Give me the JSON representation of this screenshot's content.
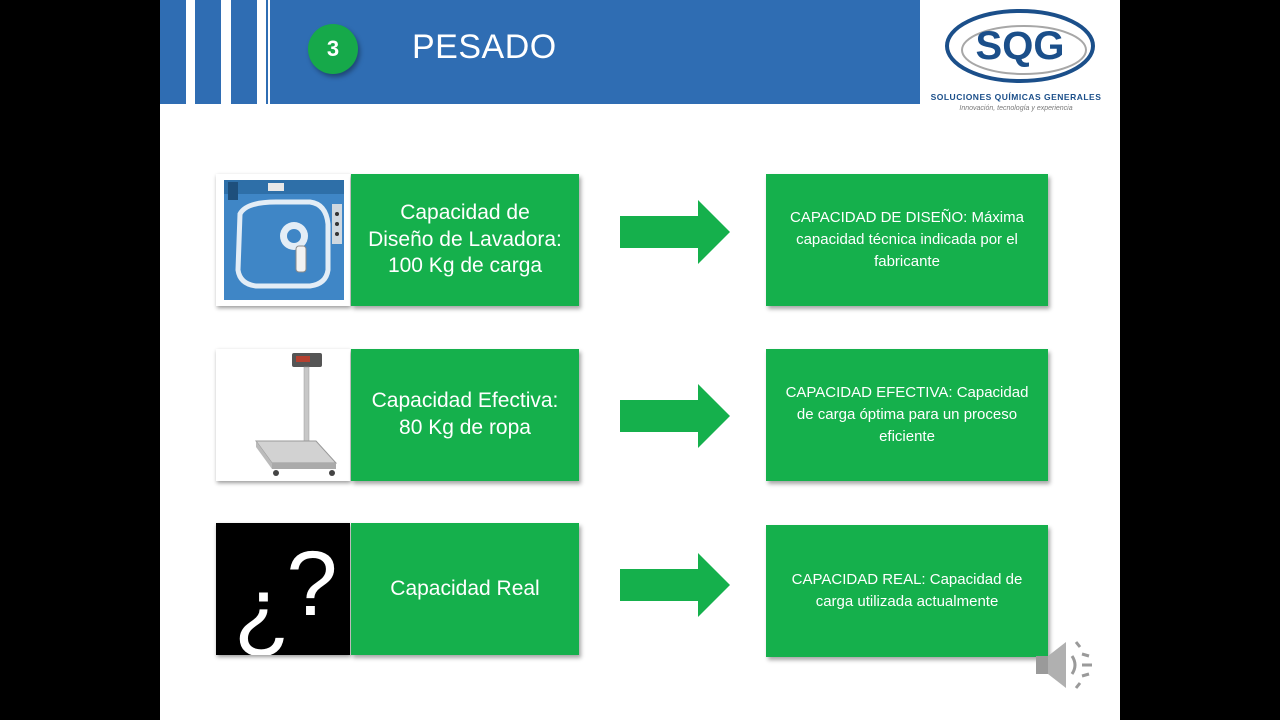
{
  "header": {
    "step_number": "3",
    "title": "PESADO"
  },
  "logo": {
    "mark": "SQG",
    "name": "SOLUCIONES QUÍMICAS GENERALES",
    "tagline": "Innovación, tecnología y experiencia"
  },
  "rows": [
    {
      "image": "washing-machine-icon",
      "label": "Capacidad de Diseño de Lavadora: 100 Kg de carga",
      "description": "CAPACIDAD DE DISEÑO: Máxima capacidad técnica indicada por el fabricante"
    },
    {
      "image": "weighing-scale-icon",
      "label": "Capacidad Efectiva: 80 Kg de ropa",
      "description": "CAPACIDAD EFECTIVA: Capacidad de carga óptima para un proceso eficiente"
    },
    {
      "image": "question-mark-icon",
      "label": "Capacidad Real",
      "description": "CAPACIDAD REAL: Capacidad de carga utilizada actualmente"
    }
  ],
  "colors": {
    "header_blue": "#2f6db3",
    "box_green": "#15b04c",
    "badge_green": "#16a94a",
    "logo_blue": "#1b4f8a"
  }
}
